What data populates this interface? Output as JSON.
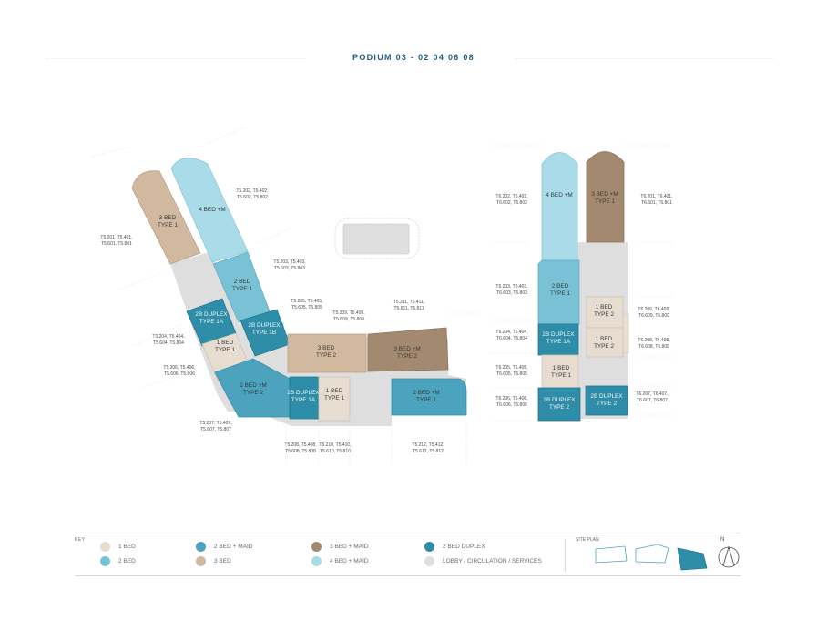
{
  "title": "PODIUM 03 - 02 04 06 08",
  "colors": {
    "bed1": "#e6dcd0",
    "bed2": "#79c2d6",
    "bed2maid": "#4ba3bd",
    "bed3": "#d1b9a0",
    "bed3maid": "#a3896f",
    "bed4maid": "#a9dbe8",
    "duplex": "#2e8ea9",
    "lobby": "#dedede"
  },
  "rooms": {
    "b5_3bed_type1": [
      "3 BED",
      "TYPE 1"
    ],
    "b5_4bed_m": [
      "4 BED +M"
    ],
    "b5_2bed_type1": [
      "2 BED",
      "TYPE 1"
    ],
    "b5_2b_duplex_1a": [
      "2B DUPLEX",
      "TYPE 1A"
    ],
    "b5_2b_duplex_1b": [
      "2B DUPLEX",
      "TYPE 1B"
    ],
    "b5_1bed_type1": [
      "1 BED",
      "TYPE 1"
    ],
    "b5_2bed_m_type2": [
      "2 BED +M",
      "TYPE 2"
    ],
    "b5_2b_duplex_1a_b": [
      "2B DUPLEX",
      "TYPE 1A"
    ],
    "b5_1bed_type1_b": [
      "1 BED",
      "TYPE 1"
    ],
    "b5_3bed_type2": [
      "3 BED",
      "TYPE 2"
    ],
    "b5_3bed_m_type2": [
      "3 BED +M",
      "TYPE 2"
    ],
    "b5_2bed_m_type1": [
      "2 BED +M",
      "TYPE 1"
    ],
    "b6_4bed_m": [
      "4 BED +M"
    ],
    "b6_3bed_m_type1": [
      "3 BED +M",
      "TYPE 1"
    ],
    "b6_2bed_type1": [
      "2 BED",
      "TYPE 1"
    ],
    "b6_1bed_type2": [
      "1 BED",
      "TYPE 2"
    ],
    "b6_2b_duplex_1a": [
      "2B DUPLEX",
      "TYPE 1A"
    ],
    "b6_1bed_type2_b": [
      "1 BED",
      "TYPE 2"
    ],
    "b6_1bed_type1": [
      "1 BED",
      "TYPE 1"
    ],
    "b6_2b_duplex_2": [
      "2B DUPLEX",
      "TYPE 2"
    ],
    "b6_2b_duplex_2_b": [
      "2B DUPLEX",
      "TYPE 2"
    ]
  },
  "unit_labels": {
    "t5_202": [
      "T5.202, T5.402,",
      "T5.602, T5.802"
    ],
    "t5_201": [
      "T5.201, T5.401,",
      "T5.601, T5.801"
    ],
    "t5_203": [
      "T5.203, T5.403,",
      "T5.603, T5.803"
    ],
    "t5_205": [
      "T5.205, T5.405,",
      "T5.605, T5.805"
    ],
    "t5_209": [
      "T5.209, T5.409,",
      "T5.609, T5.809"
    ],
    "t5_211": [
      "T5.211, T5.411,",
      "T5.611, T5.811"
    ],
    "t5_204": [
      "T5.204, T5.404,",
      "T5.604, T5.804"
    ],
    "t5_206": [
      "T5.206, T5.406,",
      "T5.606, T5.806"
    ],
    "t5_207": [
      "T5.207, T5.407,",
      "T5.607, T5.807"
    ],
    "t5_208": [
      "T5.208, T5.408,",
      "T5.608, T5.808"
    ],
    "t5_210": [
      "T5.210, T5.410,",
      "T5.610, T5.810"
    ],
    "t5_212": [
      "T5.212, T5.412,",
      "T5.612, T5.812"
    ],
    "t6_202": [
      "T6.202, T6.402,",
      "T6.602, T6.802"
    ],
    "t6_201": [
      "T6.201, T6.401,",
      "T6.601, T6.801"
    ],
    "t6_203": [
      "T6.203, T6.403,",
      "T6.603, T6.803"
    ],
    "t6_209": [
      "T6.209, T6.409,",
      "T6.609, T6.809"
    ],
    "t6_204": [
      "T6.204, T6.404,",
      "T6.604, T6.804"
    ],
    "t6_208": [
      "T6.208, T6.408,",
      "T6.608, T6.808"
    ],
    "t6_205": [
      "T6.205, T6.405,",
      "T6.605, T6.805"
    ],
    "t6_206": [
      "T6.206, T6.406,",
      "T6.606, T6.806"
    ],
    "t6_207": [
      "T6.207, T6.407,",
      "T6.607, T6.807"
    ]
  },
  "key": {
    "title": "KEY",
    "items": [
      {
        "label": "1 BED",
        "color": "#e6dcd0"
      },
      {
        "label": "2 BED",
        "color": "#79c2d6"
      },
      {
        "label": "2 BED + MAID",
        "color": "#4ba3bd"
      },
      {
        "label": "3 BED",
        "color": "#d1b9a0"
      },
      {
        "label": "3 BED + MAID",
        "color": "#a3896f"
      },
      {
        "label": "4 BED + MAID",
        "color": "#a9dbe8"
      },
      {
        "label": "2 BED DUPLEX",
        "color": "#2e8ea9"
      },
      {
        "label": "LOBBY / CIRCULATION / SERVICES",
        "color": "#dedede"
      }
    ]
  },
  "site_plan": {
    "title": "SITE PLAN",
    "north": "N"
  }
}
